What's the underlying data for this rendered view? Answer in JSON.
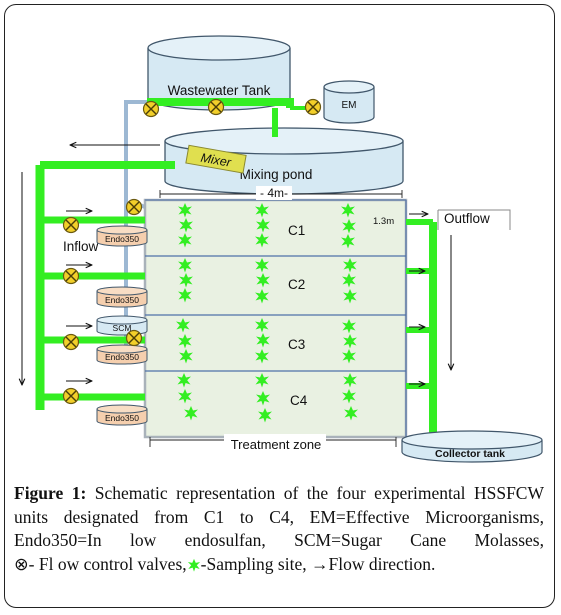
{
  "labels": {
    "wastewater_tank": "Wastewater Tank",
    "em": "EM",
    "mixer": "Mixer",
    "mixing_pond": "Mixing pond",
    "width": "- 4m-",
    "depth": "1.3m",
    "outflow": "Outflow",
    "inflow": "Inflow",
    "endo350": "Endo350",
    "scm": "SCM",
    "collector_tank": "Collector tank",
    "treatment_zone": "Treatment zone",
    "units": [
      "C1",
      "C2",
      "C3",
      "C4"
    ]
  },
  "caption": {
    "figure_label": "Figure 1:",
    "text": "Schematic representation of the four experimental HSSFCW units designated from C1 to C4, EM=Effective Microorganisms, Endo350=In low endosulfan, SCM=Sugar Cane Molasses,",
    "valve_symbol": "⊗",
    "valve_text": "- Fl ow control valves,",
    "sampling_text": "-Sampling site,",
    "arrow_symbol": "→",
    "flow_text": "Flow direction."
  },
  "colors": {
    "pipe": "#33ee22",
    "tank": "#d6e9f3",
    "tank_stroke": "#41576b",
    "bed": "#e9f1e2",
    "valve": "#f2cf2a",
    "endo_tank": "#f5cfae",
    "mixer": "#e0df4f"
  }
}
